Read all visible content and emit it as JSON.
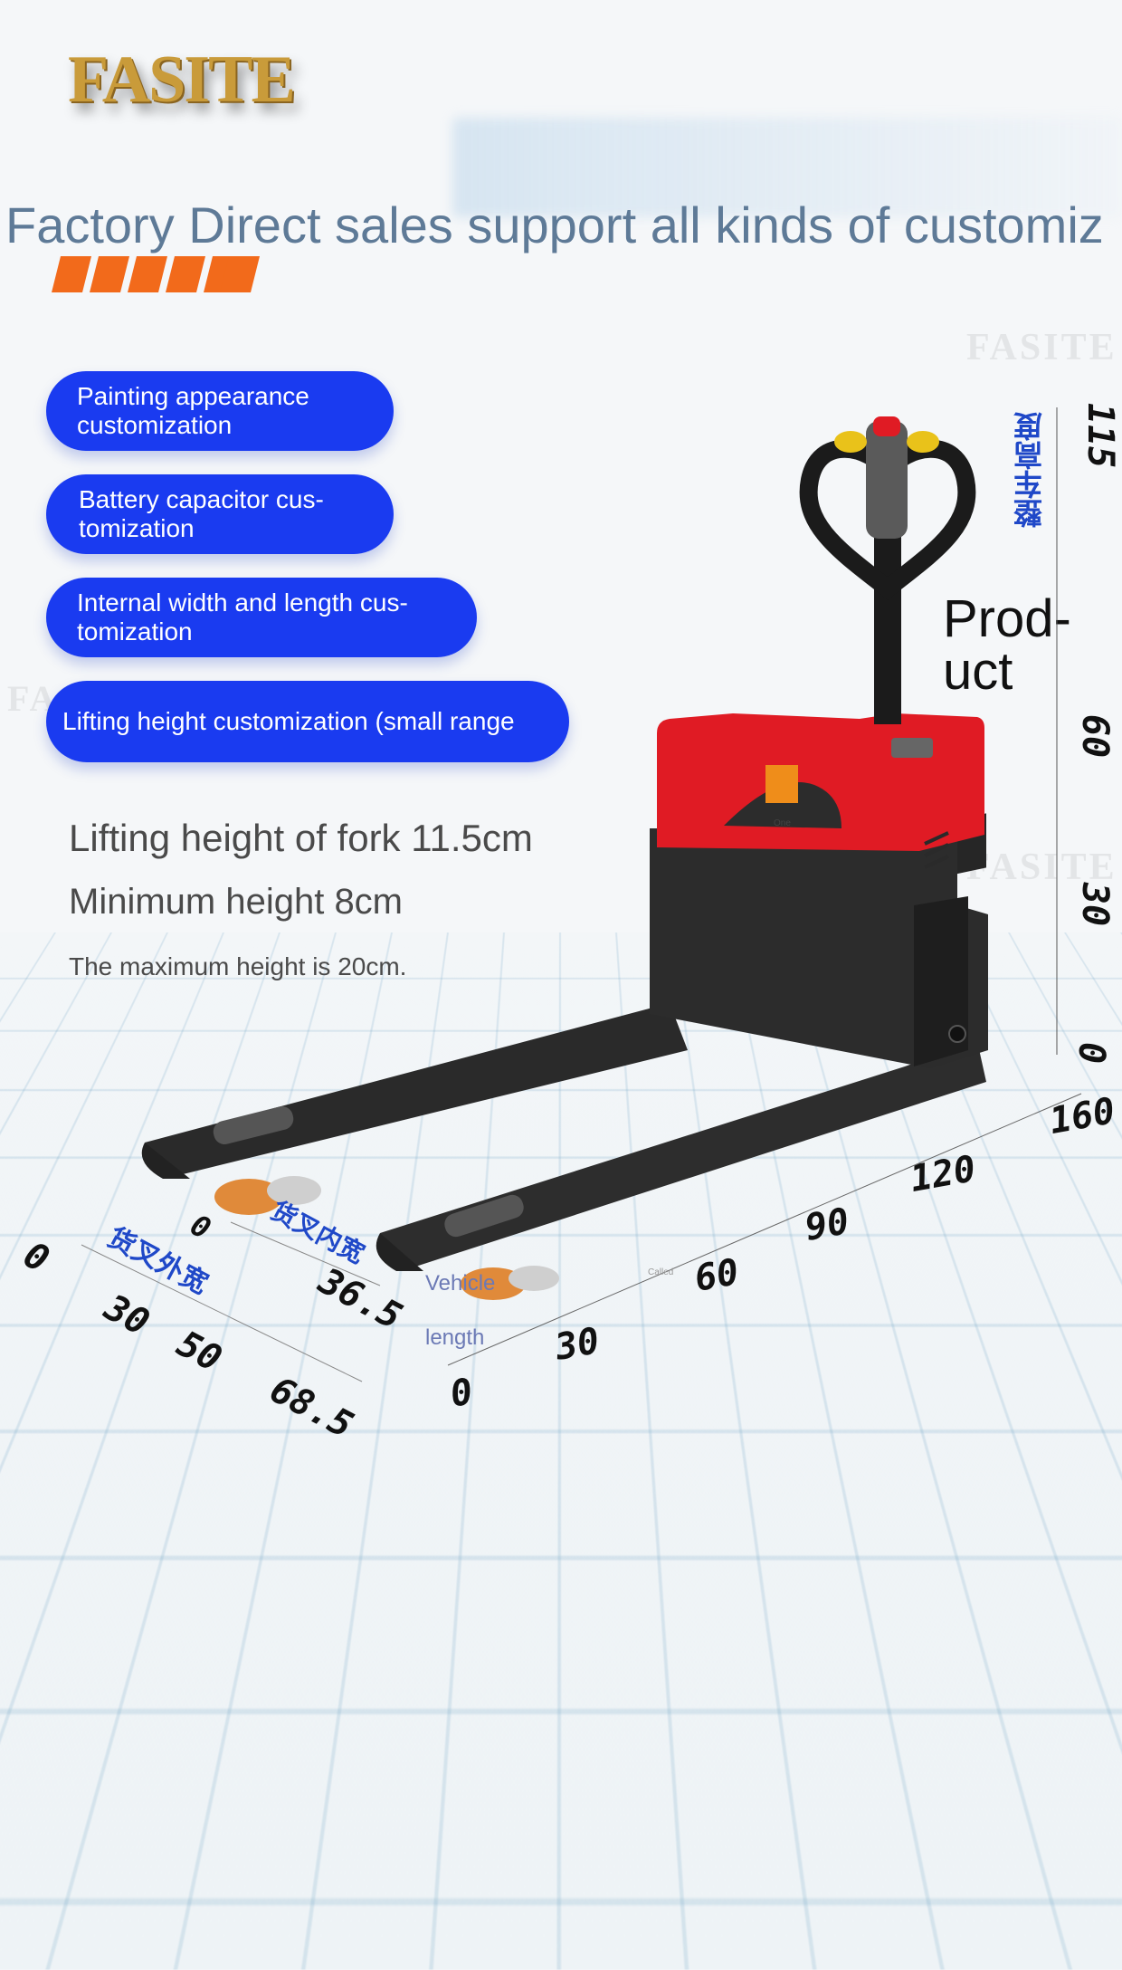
{
  "brand": {
    "logo_text": "FASITE",
    "watermark": "FASITE"
  },
  "headline": "Factory Direct sales support all kinds of customiz",
  "colors": {
    "pill_blue": "#1a3bf0",
    "accent_orange": "#f26a1b",
    "body_red": "#e01b24",
    "ruler_blue": "#1f48c8"
  },
  "features": [
    {
      "label": "Painting appearance customization"
    },
    {
      "label": "Battery capacitor cus-tomization"
    },
    {
      "label": "Internal width and length cus-tomization"
    },
    {
      "label": "Lifting height customization (small range"
    }
  ],
  "specs": {
    "lift_height": "Lifting height of fork 11.5cm",
    "min_height": "Minimum height 8cm",
    "max_height": "The maximum height is 20cm."
  },
  "product_label": {
    "line1": "Prod-",
    "line2": "uct"
  },
  "height_ruler": {
    "title": "整车高度",
    "ticks": [
      "115",
      "60",
      "30",
      "0"
    ]
  },
  "length_ruler": {
    "ticks": [
      "0",
      "30",
      "60",
      "90",
      "120",
      "160"
    ],
    "label_line1": "Vehicle",
    "label_line2": "length",
    "small_label": "Called"
  },
  "outer_width_ruler": {
    "title": "货叉外宽",
    "ticks": [
      "0",
      "30",
      "50",
      "68.5"
    ]
  },
  "inner_width_ruler": {
    "title": "货叉内宽",
    "ticks": [
      "0",
      "36.5"
    ]
  },
  "machine": {
    "small_text": "One"
  }
}
